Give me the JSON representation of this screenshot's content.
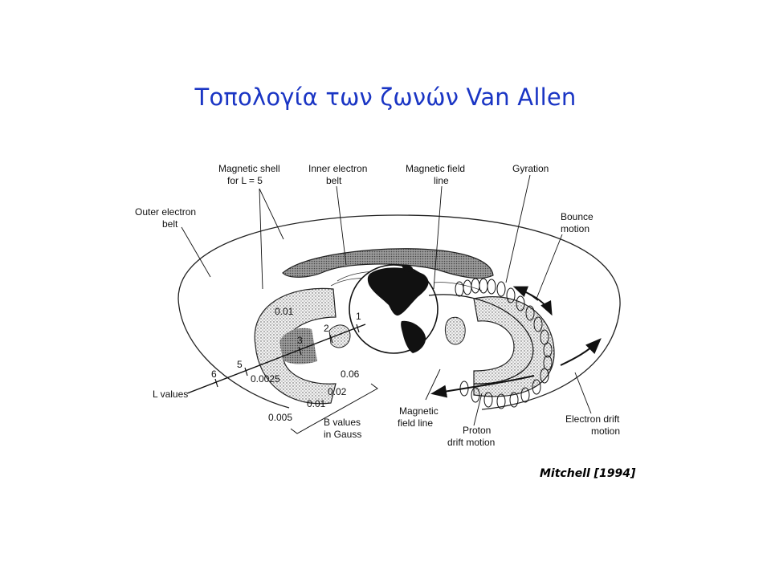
{
  "title": "Τοπολογία των ζωνών Van Allen",
  "credit": "Mitchell [1994]",
  "diagram": {
    "labels": {
      "magnetic_shell": [
        "Magnetic shell",
        "for L = 5"
      ],
      "inner_electron_belt": [
        "Inner electron",
        "belt"
      ],
      "magnetic_field_line_top": [
        "Magnetic field",
        "line"
      ],
      "gyration": [
        "Gyration"
      ],
      "outer_electron_belt": [
        "Outer electron",
        "belt"
      ],
      "bounce_motion": [
        "Bounce",
        "motion"
      ],
      "l_values": [
        "L values"
      ],
      "b_values": [
        "B  values",
        "in  Gauss"
      ],
      "magnetic_field_line_bottom": [
        "Magnetic",
        "field line"
      ],
      "proton_drift": [
        "Proton",
        "drift motion"
      ],
      "electron_drift": [
        "Electron drift",
        "motion"
      ]
    },
    "l_ticks": [
      "1",
      "2",
      "3",
      "5",
      "6"
    ],
    "b_ticks": [
      "0.01",
      "0.0025",
      "0.06",
      "0.02",
      "0.01",
      "0.005"
    ]
  }
}
